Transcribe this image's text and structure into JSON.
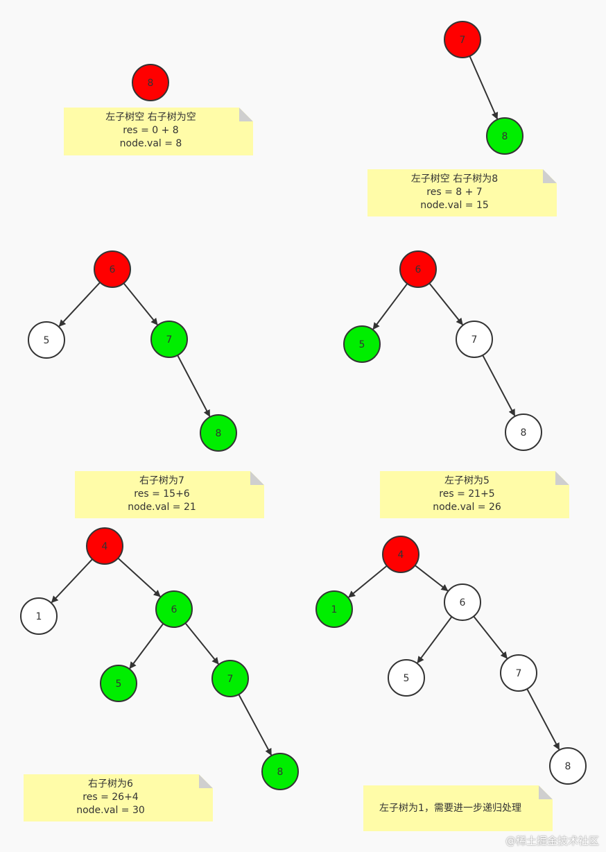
{
  "colors": {
    "current": "#ff0000",
    "visited": "#00ee00",
    "pending": "#ffffff",
    "stroke": "#333333",
    "note_bg": "#fffca8"
  },
  "panels": [
    {
      "id": "p1",
      "nodes": [
        {
          "id": "n8",
          "label": "8",
          "state": "current"
        }
      ],
      "edges": [],
      "note": {
        "lines": [
          "左子树空  右子树为空",
          "res = 0 + 8",
          "node.val = 8"
        ]
      }
    },
    {
      "id": "p2",
      "nodes": [
        {
          "id": "n7",
          "label": "7",
          "state": "current"
        },
        {
          "id": "n8",
          "label": "8",
          "state": "visited"
        }
      ],
      "edges": [
        [
          "n7",
          "n8"
        ]
      ],
      "note": {
        "lines": [
          "左子树空  右子树为8",
          "res = 8 + 7",
          "node.val = 15"
        ]
      }
    },
    {
      "id": "p3",
      "nodes": [
        {
          "id": "n6",
          "label": "6",
          "state": "current"
        },
        {
          "id": "n5",
          "label": "5",
          "state": "pending"
        },
        {
          "id": "n7",
          "label": "7",
          "state": "visited"
        },
        {
          "id": "n8",
          "label": "8",
          "state": "visited"
        }
      ],
      "edges": [
        [
          "n6",
          "n5"
        ],
        [
          "n6",
          "n7"
        ],
        [
          "n7",
          "n8"
        ]
      ],
      "note": {
        "lines": [
          "右子树为7",
          "res = 15+6",
          "node.val = 21"
        ]
      }
    },
    {
      "id": "p4",
      "nodes": [
        {
          "id": "n6",
          "label": "6",
          "state": "current"
        },
        {
          "id": "n5",
          "label": "5",
          "state": "visited"
        },
        {
          "id": "n7",
          "label": "7",
          "state": "pending"
        },
        {
          "id": "n8",
          "label": "8",
          "state": "pending"
        }
      ],
      "edges": [
        [
          "n6",
          "n5"
        ],
        [
          "n6",
          "n7"
        ],
        [
          "n7",
          "n8"
        ]
      ],
      "note": {
        "lines": [
          "左子树为5",
          "res = 21+5",
          "node.val = 26"
        ]
      }
    },
    {
      "id": "p5",
      "nodes": [
        {
          "id": "n4",
          "label": "4",
          "state": "current"
        },
        {
          "id": "n1",
          "label": "1",
          "state": "pending"
        },
        {
          "id": "n6",
          "label": "6",
          "state": "visited"
        },
        {
          "id": "n5",
          "label": "5",
          "state": "visited"
        },
        {
          "id": "n7",
          "label": "7",
          "state": "visited"
        },
        {
          "id": "n8",
          "label": "8",
          "state": "visited"
        }
      ],
      "edges": [
        [
          "n4",
          "n1"
        ],
        [
          "n4",
          "n6"
        ],
        [
          "n6",
          "n5"
        ],
        [
          "n6",
          "n7"
        ],
        [
          "n7",
          "n8"
        ]
      ],
      "note": {
        "lines": [
          "右子树为6",
          "res = 26+4",
          "node.val = 30"
        ]
      }
    },
    {
      "id": "p6",
      "nodes": [
        {
          "id": "n4",
          "label": "4",
          "state": "current"
        },
        {
          "id": "n1",
          "label": "1",
          "state": "visited"
        },
        {
          "id": "n6",
          "label": "6",
          "state": "pending"
        },
        {
          "id": "n5",
          "label": "5",
          "state": "pending"
        },
        {
          "id": "n7",
          "label": "7",
          "state": "pending"
        },
        {
          "id": "n8",
          "label": "8",
          "state": "pending"
        }
      ],
      "edges": [
        [
          "n4",
          "n1"
        ],
        [
          "n4",
          "n6"
        ],
        [
          "n6",
          "n5"
        ],
        [
          "n6",
          "n7"
        ],
        [
          "n7",
          "n8"
        ]
      ],
      "note": {
        "lines": [
          "左子树为1，需要进一步递归处理"
        ]
      }
    }
  ],
  "watermark": "@稀土掘金技术社区"
}
